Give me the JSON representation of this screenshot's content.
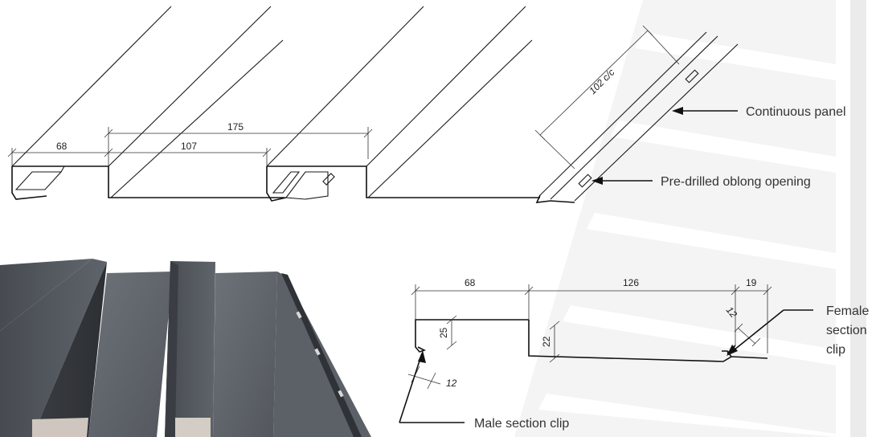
{
  "colors": {
    "line": "#1a1a1a",
    "panel_dark": "#3d4147",
    "panel_mid": "#5a5f66",
    "background_stripe": "#eeeeee"
  },
  "top_dims": {
    "w68": "68",
    "w175": "175",
    "w107": "107",
    "cc102": "102 c/c"
  },
  "callouts": {
    "continuous_panel": "Continuous panel",
    "oblong_opening": "Pre-drilled oblong opening",
    "female_line1": "Female",
    "female_line2": "section",
    "female_line3": "clip",
    "male_clip": "Male section clip"
  },
  "bottom_dims": {
    "w68": "68",
    "w126": "126",
    "w19": "19",
    "h25": "25",
    "h22": "22",
    "t12a": "12",
    "t12b": "12"
  }
}
